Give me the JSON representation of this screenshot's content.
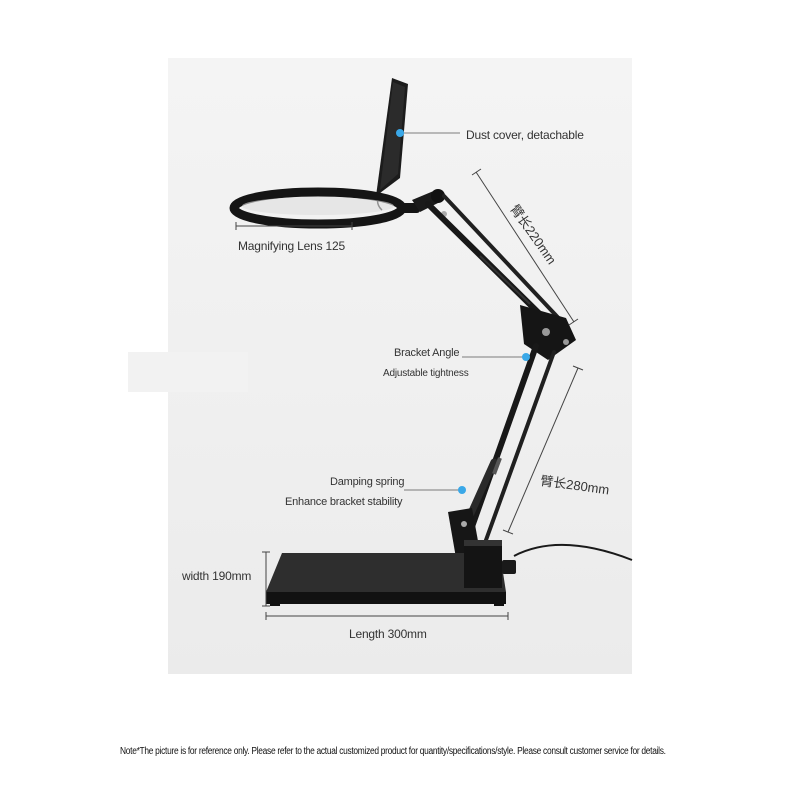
{
  "labels": {
    "dust_cover": "Dust cover, detachable",
    "magnifying_lens": "Magnifying Lens 125",
    "arm_length_upper": "臂长220mm",
    "bracket_angle": "Bracket Angle",
    "adjustable_tightness": "Adjustable tightness",
    "arm_length_lower": "臂长280mm",
    "damping_spring": "Damping spring",
    "enhance_stability": "Enhance bracket stability",
    "width": "width 190mm",
    "length": "Length 300mm"
  },
  "note": "Note*The picture is for reference only. Please refer to the actual customized product for quantity/specifications/style. Please consult customer service for details.",
  "colors": {
    "callout_dot": "#3aa8e8",
    "product_black": "#1a1a1a",
    "background": "#efefef"
  }
}
